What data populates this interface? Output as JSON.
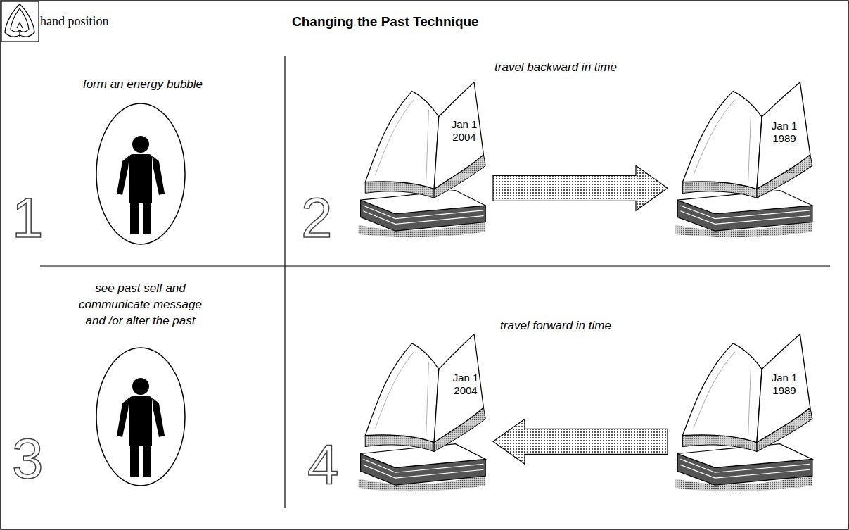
{
  "diagram": {
    "title": "Changing the Past Technique",
    "nodes": [
      {
        "text": [
          "Jan 1 2004"
        ]
      },
      {
        "text": [
          "Jan 1 1989"
        ]
      },
      {
        "text": [
          "Jan 1 2004"
        ]
      },
      {
        "text": [
          "Jan 1 1989"
        ]
      }
    ],
    "edges": [
      {
        "from": 0,
        "to": 1,
        "arrow": "to"
      },
      {
        "from": 3,
        "to": 2,
        "arrow": "to"
      }
    ],
    "labels": [
      "hand position",
      "form an energy bubble",
      "travel backward in time",
      "1",
      "2",
      "see past self and communicate message and /or alter the past",
      "travel forward in time",
      "3",
      "4"
    ]
  }
}
